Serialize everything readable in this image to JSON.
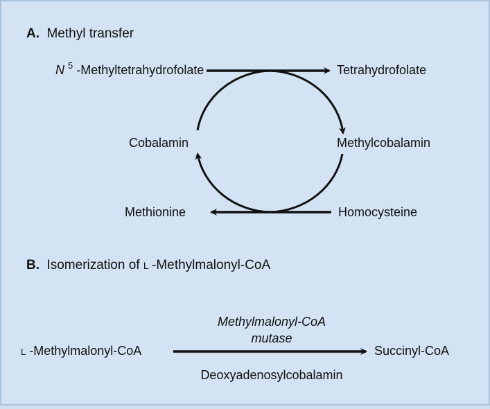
{
  "section_a": {
    "letter": "A.",
    "title": "Methyl transfer",
    "n5_prefix": "N",
    "n5_superscript": "5",
    "n5_rest": "-Methyltetrahydrofolate",
    "tetrahydrofolate": "Tetrahydrofolate",
    "cobalamin": "Cobalamin",
    "methylcobalamin": "Methylcobalamin",
    "methionine": "Methionine",
    "homocysteine": "Homocysteine"
  },
  "section_b": {
    "letter": "B.",
    "title_prefix": "Isomerization of ",
    "title_smallcap": "L",
    "title_rest": "-Methylmalonyl-CoA",
    "substrate_smallcap": "L",
    "substrate_rest": "-Methylmalonyl-CoA",
    "product": "Succinyl-CoA",
    "enzyme_line1": "Methylmalonyl-CoA",
    "enzyme_line2": "mutase",
    "cofactor": "Deoxyadenosylcobalamin"
  },
  "colors": {
    "background": "#d3e3f3",
    "border": "#a9c3dd",
    "ink": "#111111"
  }
}
